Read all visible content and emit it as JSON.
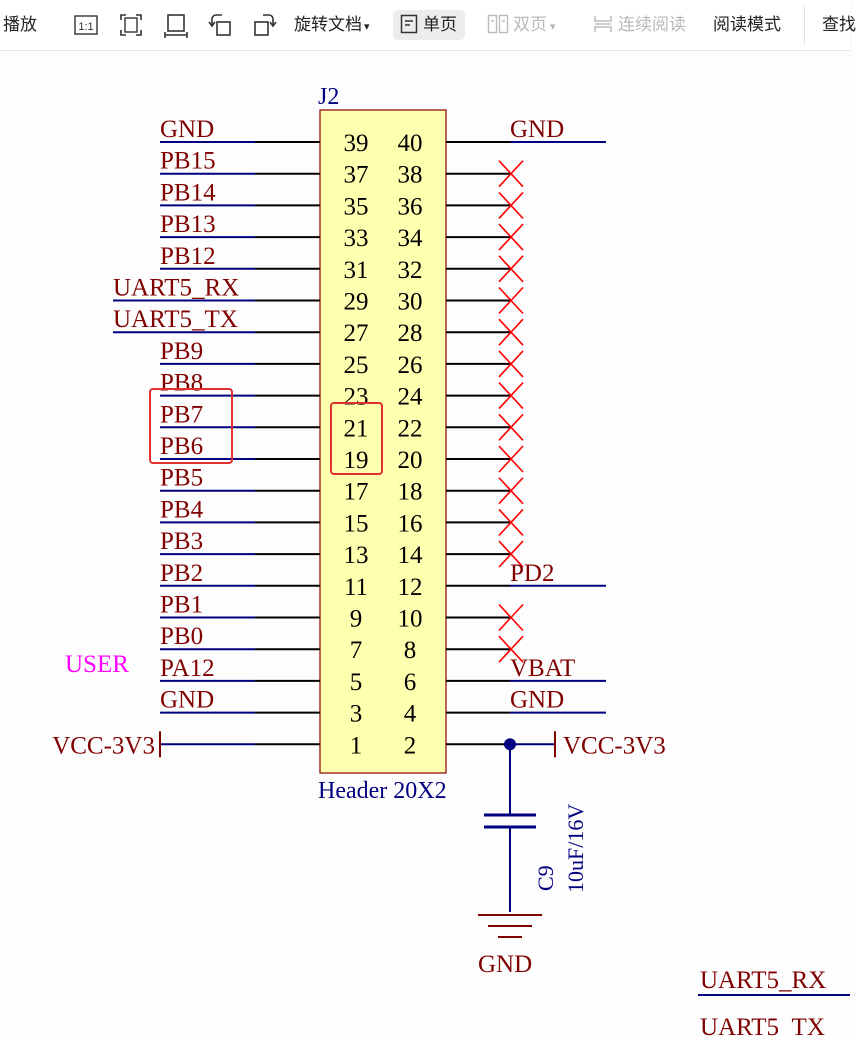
{
  "toolbar": {
    "play_label": "播放",
    "actual_size_label": "1:1",
    "rotate_menu_label": "旋转文档",
    "single_page_label": "单页",
    "double_page_label": "双页",
    "continuous_label": "连续阅读",
    "reading_mode_label": "阅读模式",
    "find_label": "查找"
  },
  "schematic": {
    "ref": "J2",
    "part": "Header 20X2",
    "left_pins": [
      "39",
      "37",
      "35",
      "33",
      "31",
      "29",
      "27",
      "25",
      "23",
      "21",
      "19",
      "17",
      "15",
      "13",
      "11",
      "9",
      "7",
      "5",
      "3",
      "1"
    ],
    "right_pins": [
      "40",
      "38",
      "36",
      "34",
      "32",
      "30",
      "28",
      "26",
      "24",
      "22",
      "20",
      "18",
      "16",
      "14",
      "12",
      "10",
      "8",
      "6",
      "4",
      "2"
    ],
    "left_nets": [
      "GND",
      "PB15",
      "PB14",
      "PB13",
      "PB12",
      "UART5_RX",
      "UART5_TX",
      "PB9",
      "PB8",
      "PB7",
      "PB6",
      "PB5",
      "PB4",
      "PB3",
      "PB2",
      "PB1",
      "PB0",
      "PA12",
      "GND",
      ""
    ],
    "right_nets": [
      "GND",
      "",
      "",
      "",
      "",
      "",
      "",
      "",
      "",
      "",
      "",
      "",
      "",
      "",
      "PD2",
      "",
      "",
      "VBAT",
      "GND",
      ""
    ],
    "no_connect": [
      false,
      true,
      true,
      true,
      true,
      true,
      true,
      true,
      true,
      true,
      true,
      true,
      true,
      true,
      false,
      true,
      true,
      false,
      false,
      false
    ],
    "user_label": "USER",
    "vcc_left": "VCC-3V3",
    "vcc_right": "VCC-3V3",
    "cap_ref": "C9",
    "cap_value": "10uF/16V",
    "gnd_label": "GND",
    "corner_nets": [
      "UART5_RX",
      "UART5_TX"
    ],
    "highlight_color": "#e03030",
    "wire_color": "#000080",
    "label_color": "#800000",
    "component_fill": "#ffffb0",
    "user_color": "#ff00ff"
  }
}
